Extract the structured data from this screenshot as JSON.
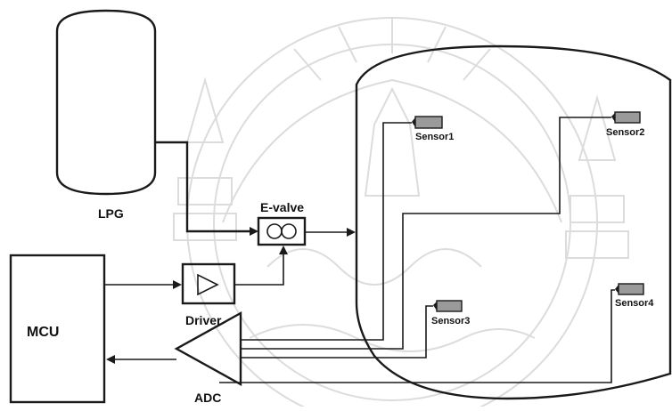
{
  "labels": {
    "lpg": "LPG",
    "evalve": "E-valve",
    "mcu": "MCU",
    "driver": "Driver",
    "adc": "ADC",
    "sensor1": "Sensor1",
    "sensor2": "Sensor2",
    "sensor3": "Sensor3",
    "sensor4": "Sensor4"
  },
  "colors": {
    "line": "#1a1a1a",
    "sensor_fill": "#9a9a9a",
    "watermark": "#dcdcdc",
    "background": "#ffffff"
  }
}
